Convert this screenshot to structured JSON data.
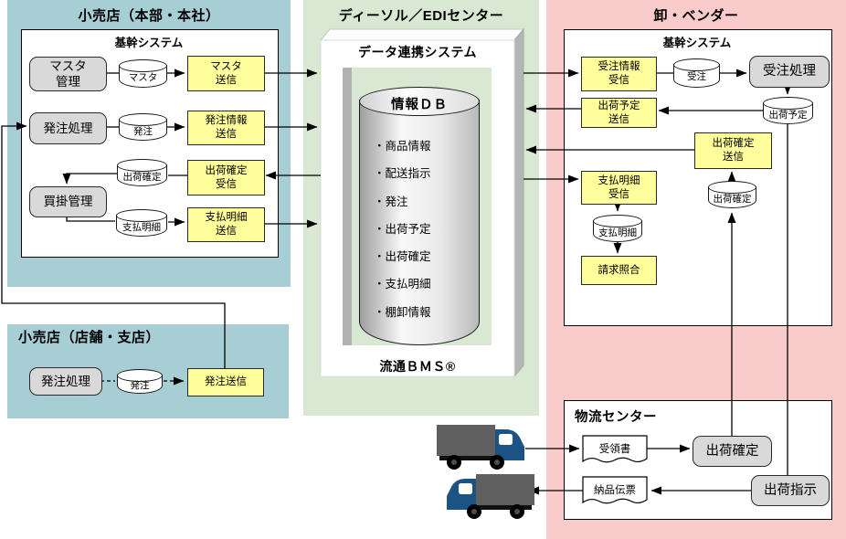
{
  "colors": {
    "retail_panel": "#a7cdd5",
    "edi_panel": "#d8e8d2",
    "vendor_panel": "#f9cbca",
    "process_box": "#d9d9d9",
    "comm_box": "#ffff9c",
    "truck_cab": "#1b5385"
  },
  "sections": {
    "retail_hq": {
      "title": "小売店（本部・本社）",
      "frame": "基幹システム",
      "master_mgmt": "マスタ\n管理",
      "order_proc": "発注処理",
      "payable_mgmt": "買掛管理",
      "db_master": "マスタ",
      "db_order": "発注",
      "db_ship_confirm": "出荷確定",
      "db_payment": "支払明細",
      "master_send": "マスタ\n送信",
      "order_info_send": "発注情報\n送信",
      "ship_confirm_recv": "出荷確定\n受信",
      "payment_send": "支払明細\n送信"
    },
    "retail_branch": {
      "title": "小売店（店舗・支店）",
      "order_proc": "発注処理",
      "db_order": "発注",
      "order_send": "発注送信"
    },
    "edi": {
      "title": "ディーソル／EDIセンター",
      "system": "データ連携システム",
      "db_title": "情報ＤＢ",
      "db_items": [
        "・商品情報",
        "・配送指示",
        "・発注",
        "・出荷予定",
        "・出荷確定",
        "・支払明細",
        "・棚卸情報"
      ],
      "standard": "流通ＢＭＳ®"
    },
    "vendor": {
      "title": "卸・ベンダー",
      "frame": "基幹システム",
      "order_info_recv": "受注情報\n受信",
      "db_order": "受注",
      "order_proc": "受注処理",
      "ship_plan_send": "出荷予定\n送信",
      "db_ship_plan": "出荷予定",
      "ship_confirm_send": "出荷確定\n送信",
      "db_ship_confirm": "出荷確定",
      "payment_recv": "支払明細\n受信",
      "db_payment": "支払明細",
      "invoice_match": "請求照合"
    },
    "logistics": {
      "title": "物流センター",
      "receipt": "受領書",
      "ship_confirm": "出荷確定",
      "delivery_slip": "納品伝票",
      "ship_instruction": "出荷指示"
    }
  }
}
